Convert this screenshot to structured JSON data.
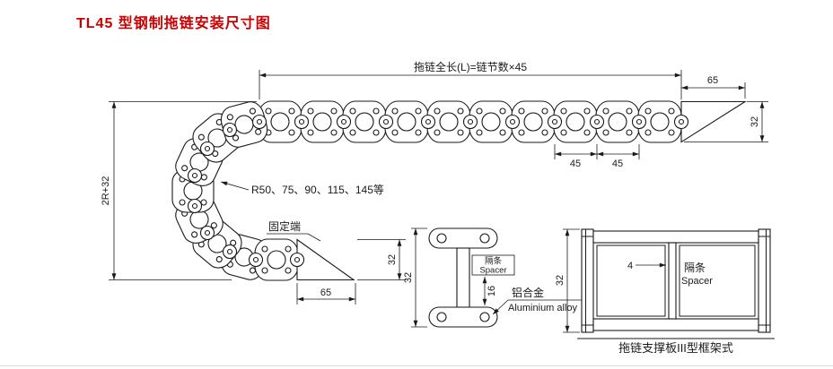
{
  "title": "TL45 型钢制拖链安装尺寸图",
  "colors": {
    "title_red": "#cc0000",
    "line_black": "#1a1a1a",
    "background": "#ffffff"
  },
  "main_view": {
    "total_length_label": "拖链全长(L)=链节数×45",
    "dim_bracket_length_top": "65",
    "dim_chain_height_right": "32",
    "dim_pitch_left": "45",
    "dim_pitch_right": "45",
    "dim_overall_height": "2R+32",
    "radius_note": "R50、75、90、115、145等",
    "fixed_end_label": "固定端",
    "dim_chain_height_bottom": "32",
    "dim_bracket_length_bottom": "65"
  },
  "section_view": {
    "dim_height": "32",
    "spacer_cn": "隔条",
    "spacer_en": "Spacer",
    "dim_spacer": "16",
    "alloy_cn": "铝合金",
    "alloy_en": "Aluminium alloy"
  },
  "frame_view": {
    "dim_height": "32",
    "dim_spacer_thickness": "4",
    "spacer_cn": "隔条",
    "spacer_en": "Spacer",
    "caption": "拖链支撑板III型框架式"
  }
}
